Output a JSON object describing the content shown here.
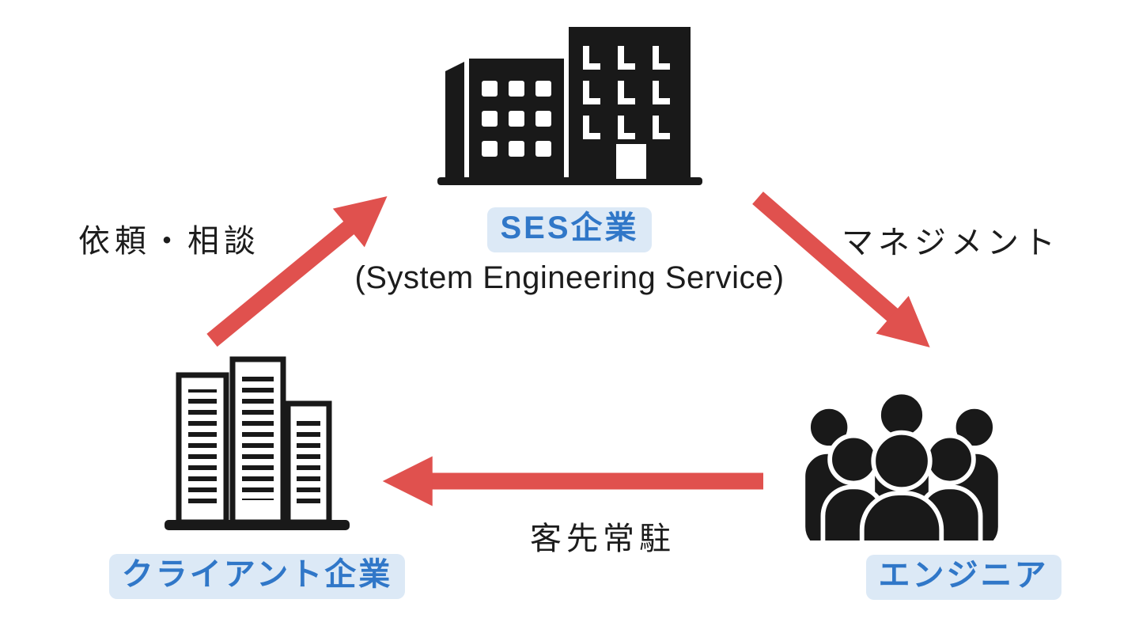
{
  "nodes": {
    "ses": {
      "label": "SES企業",
      "sublabel": "(System Engineering Service)",
      "icon": "office-buildings-icon"
    },
    "client": {
      "label": "クライアント企業",
      "icon": "client-buildings-icon"
    },
    "engineer": {
      "label": "エンジニア",
      "icon": "people-group-icon"
    }
  },
  "edges": [
    {
      "id": "request",
      "label": "依頼・相談",
      "from": "client",
      "to": "ses"
    },
    {
      "id": "management",
      "label": "マネジメント",
      "from": "ses",
      "to": "engineer"
    },
    {
      "id": "onsite",
      "label": "客先常駐",
      "from": "engineer",
      "to": "client"
    }
  ],
  "colors": {
    "arrow": "#e0514e",
    "label_text": "#3077c8",
    "label_bg": "#dce9f6",
    "icon_ink": "#191919",
    "text_ink": "#1c1c1c",
    "background": "#ffffff"
  }
}
